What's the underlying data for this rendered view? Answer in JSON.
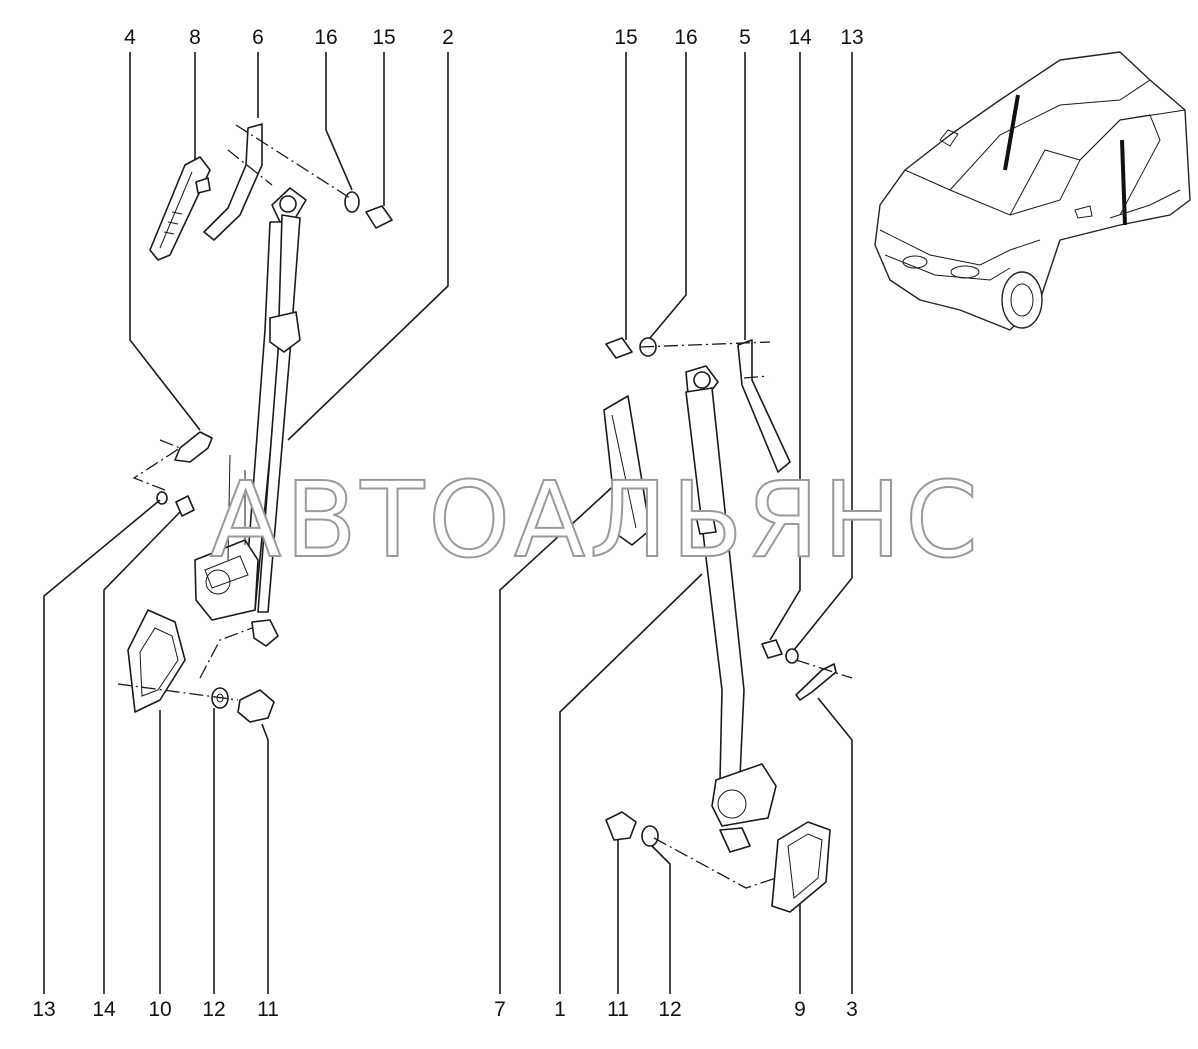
{
  "watermark": "АВТОАЛЬЯНС",
  "callouts": {
    "top_left": [
      "4",
      "8",
      "6",
      "16",
      "15",
      "2"
    ],
    "top_right": [
      "15",
      "16",
      "5",
      "14",
      "13"
    ],
    "bottom_left": [
      "13",
      "14",
      "10",
      "12",
      "11"
    ],
    "bottom_right": [
      "7",
      "1",
      "11",
      "12",
      "9",
      "3"
    ]
  }
}
